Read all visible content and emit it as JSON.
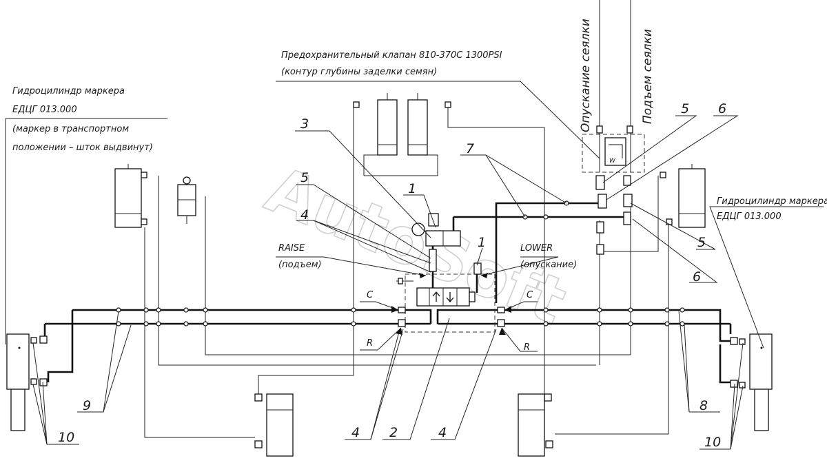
{
  "labels": {
    "marker_left_title": "Гидроцилиндр маркера",
    "marker_left_code": "ЕДЦГ 013.000",
    "marker_left_note1": "(маркер в транспортном",
    "marker_left_note2": "положении – шток выдвинут)",
    "relief_valve_title": "Предохранительный клапан 810-370С 1300PSI",
    "relief_valve_note": "(контур глубины заделки семян)",
    "seeder_lower": "Опускание сеялки",
    "seeder_raise": "Подъем сеялки",
    "marker_right_title": "Гидроцилиндр маркера",
    "marker_right_code": "ЕДЦГ 013.000",
    "raise": "RAISE",
    "raise_ru": "(подъем)",
    "lower": "LOWER",
    "lower_ru": "(опускание)",
    "port_c_left": "C",
    "port_c_right": "C",
    "port_r_left": "R",
    "port_r_right": "R"
  },
  "callouts": {
    "n1_top": "1",
    "n1_mid": "1",
    "n2": "2",
    "n3": "3",
    "n4_left": "4",
    "n4_bottom_left": "4",
    "n4_bottom_right": "4",
    "n5_left": "5",
    "n5_top": "5",
    "n5_right": "5",
    "n6_top": "6",
    "n6_right": "6",
    "n7": "7",
    "n8": "8",
    "n9": "9",
    "n10_left": "10",
    "n10_right": "10"
  },
  "watermark": "AutoSoft"
}
